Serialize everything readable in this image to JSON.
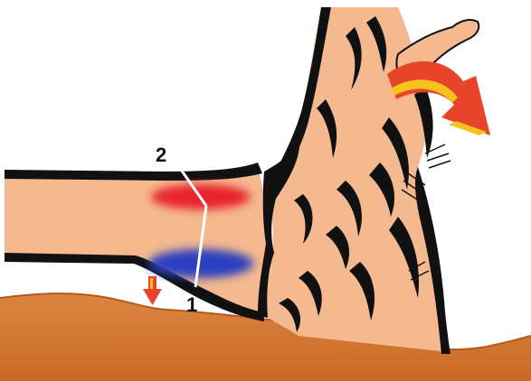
{
  "diagram": {
    "labels": [
      {
        "id": "label-1",
        "text": "1"
      },
      {
        "id": "label-2",
        "text": "2"
      }
    ]
  },
  "colors": {
    "background": "#ffffff",
    "wood": "#f4b98e",
    "bark": "#111111",
    "ground": "#d9803a",
    "ground_dark": "#c56a28",
    "tension_zone": "#e8232e",
    "compression_zone": "#2a3fbf",
    "arrow_main": "#e8442a",
    "arrow_highlight": "#f7c21e",
    "leader_line": "#ffffff"
  },
  "icons": [
    "down-arrow-icon",
    "curved-arrow-icon"
  ]
}
